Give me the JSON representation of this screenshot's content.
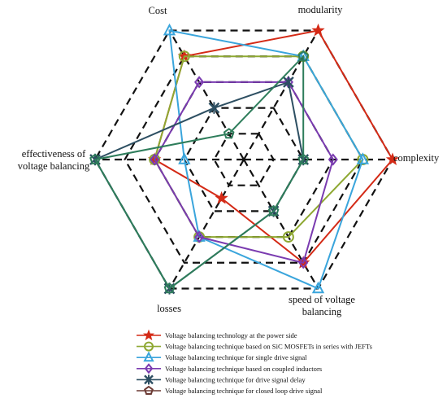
{
  "chart_data": {
    "type": "radar",
    "title": "",
    "axes": [
      {
        "key": "modularity",
        "label": "modularity",
        "label_lines": [
          "modularity"
        ]
      },
      {
        "key": "complexity",
        "label": "complexity",
        "label_lines": [
          "complexity"
        ]
      },
      {
        "key": "speed",
        "label": "speed of voltage balancing",
        "label_lines": [
          "speed of voltage",
          "balancing"
        ]
      },
      {
        "key": "losses",
        "label": "losses",
        "label_lines": [
          "losses"
        ]
      },
      {
        "key": "effectiveness",
        "label": "effectiveness of voltage balancing",
        "label_lines": [
          "effectiveness of",
          "voltage balancing"
        ]
      },
      {
        "key": "cost",
        "label": "Cost",
        "label_lines": [
          "Cost"
        ]
      }
    ],
    "levels": 5,
    "range": [
      0,
      5
    ],
    "grid": "dashed hexagons",
    "legend_position": "bottom",
    "series": [
      {
        "name": "Voltage balancing technology at the power side",
        "color": "#d42a16",
        "marker": "star",
        "values": {
          "modularity": 5,
          "complexity": 5,
          "speed": 4,
          "losses": 1.5,
          "effectiveness": 3,
          "cost": 4
        }
      },
      {
        "name": "Voltage balancing technique based on SiC MOSFETs in series with JEFTs",
        "color": "#8ea832",
        "marker": "circle",
        "values": {
          "modularity": 4,
          "complexity": 4,
          "speed": 3,
          "losses": 3,
          "effectiveness": 3,
          "cost": 4
        }
      },
      {
        "name": "Voltage balancing technique for single drive signal",
        "color": "#3aa5dc",
        "marker": "triangle",
        "values": {
          "modularity": 4,
          "complexity": 4,
          "speed": 5,
          "losses": 3,
          "effectiveness": 2,
          "cost": 5
        }
      },
      {
        "name": "Voltage balancing technique based on coupled inductors",
        "color": "#7a3bb0",
        "marker": "diamond",
        "values": {
          "modularity": 3,
          "complexity": 3,
          "speed": 4,
          "losses": 3,
          "effectiveness": 3,
          "cost": 3
        }
      },
      {
        "name": "Voltage balancing technique for drive signal delay",
        "color": "#2d4f62",
        "marker": "cross",
        "values": {
          "modularity": 3,
          "complexity": 2,
          "speed": 2,
          "losses": 5,
          "effectiveness": 5,
          "cost": 2
        }
      },
      {
        "name": "Voltage balancing technique for closed loop drive signal",
        "color": "#2e7d5b",
        "marker": "pentagon",
        "values": {
          "modularity": 4,
          "complexity": 2,
          "speed": 2,
          "losses": 5,
          "effectiveness": 5,
          "cost": 1
        }
      }
    ]
  },
  "legend_marker_colors": {
    "s1": "#d42a16",
    "s2": "#8ea832",
    "s3": "#3aa5dc",
    "s4": "#7a3bb0",
    "s5": "#2d4f62",
    "s6": "#6b3a34"
  }
}
